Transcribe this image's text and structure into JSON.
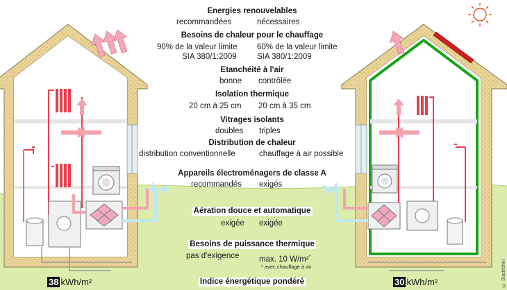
{
  "rows": [
    {
      "title": "Energies renouvelables",
      "left": "recommandées",
      "right": "nécessaires"
    },
    {
      "title": "Besoins de chaleur pour le chauffage",
      "left": "90% de la valeur limite",
      "left2": "SIA 380/1:2009",
      "right": "60% de la valeur limite",
      "right2": "SIA 380/1:2009"
    },
    {
      "title": "Etanchéité à l'air",
      "left": "bonne",
      "right": "contrôlée"
    },
    {
      "title": "Isolation thermique",
      "left": "20 cm à 25 cm",
      "right": "20 cm à 35 cm"
    },
    {
      "title": "Vitrages isolants",
      "left": "doubles",
      "right": "triples"
    },
    {
      "title": "Distribution de chaleur",
      "left": "distribution conventionnelle",
      "right": "chauffage à air possible"
    },
    {
      "title": "Appareils électroménagers de classe A",
      "left": "recommandés",
      "right": "exigés"
    },
    {
      "title": "Aération douce et automatique",
      "left": "exigée",
      "right": "exigée"
    },
    {
      "title": "Besoins de puissance thermique",
      "left": "pas d'exigence",
      "right": "max. 10 W/m²",
      "right_mark": "*",
      "note": "* avec chauffage à air"
    },
    {
      "title": "Indice énergétique pondéré"
    }
  ],
  "ratings": {
    "left_value": "38",
    "right_value": "30",
    "unit": "kWh/m²"
  },
  "credit": "© Stadtlöffel",
  "colors": {
    "insulation": "#e9d49a",
    "airtight": "#19a519",
    "heating": "#e8404f",
    "fresh_air": "#bfe9f2",
    "ground": "#dcecac",
    "sun": "#e8521c",
    "solar_panel": "#cc1f1f"
  }
}
